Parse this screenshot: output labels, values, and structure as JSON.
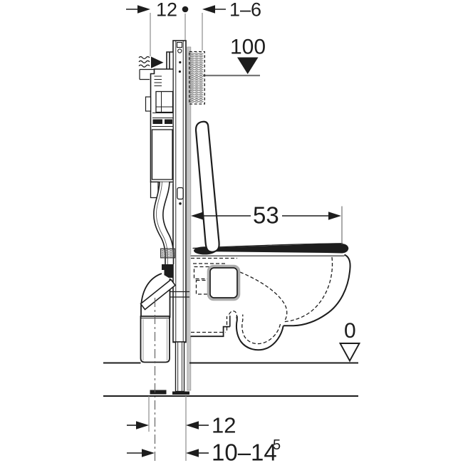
{
  "colors": {
    "background": "#ffffff",
    "line": "#1d1d1d",
    "extension_gray": "#8c8c8c",
    "wall_face_gray": "#c6c6c6",
    "level_line_gray": "#787878"
  },
  "dimensions": {
    "top_offset": {
      "label": "12"
    },
    "top_range": {
      "label": "1–6"
    },
    "anchor_height": {
      "label": "100"
    },
    "bowl_depth": {
      "label": "53"
    },
    "floor_level": {
      "label": "0"
    },
    "bottom_offset": {
      "label": "12"
    },
    "bottom_range": {
      "label": "10–14",
      "superscript": "5"
    }
  }
}
